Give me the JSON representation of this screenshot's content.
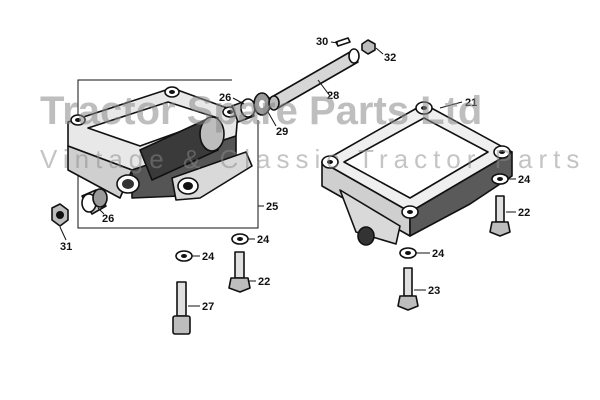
{
  "watermark": {
    "line1": "Tractor Spare Parts Ltd",
    "line2": "Vintage & Classic Tractor Parts"
  },
  "callouts": {
    "p21": "21",
    "p22a": "22",
    "p22b": "22",
    "p23": "23",
    "p24a": "24",
    "p24b": "24",
    "p24c": "24",
    "p24d": "24",
    "p25": "25",
    "p26a": "26",
    "p26b": "26",
    "p27": "27",
    "p28": "28",
    "p29": "29",
    "p30": "30",
    "p31": "31",
    "p32": "32"
  },
  "colors": {
    "ink": "#111111",
    "paper": "#ffffff",
    "watermark": "#8a8a8a",
    "shade": "#3a3a3a"
  }
}
